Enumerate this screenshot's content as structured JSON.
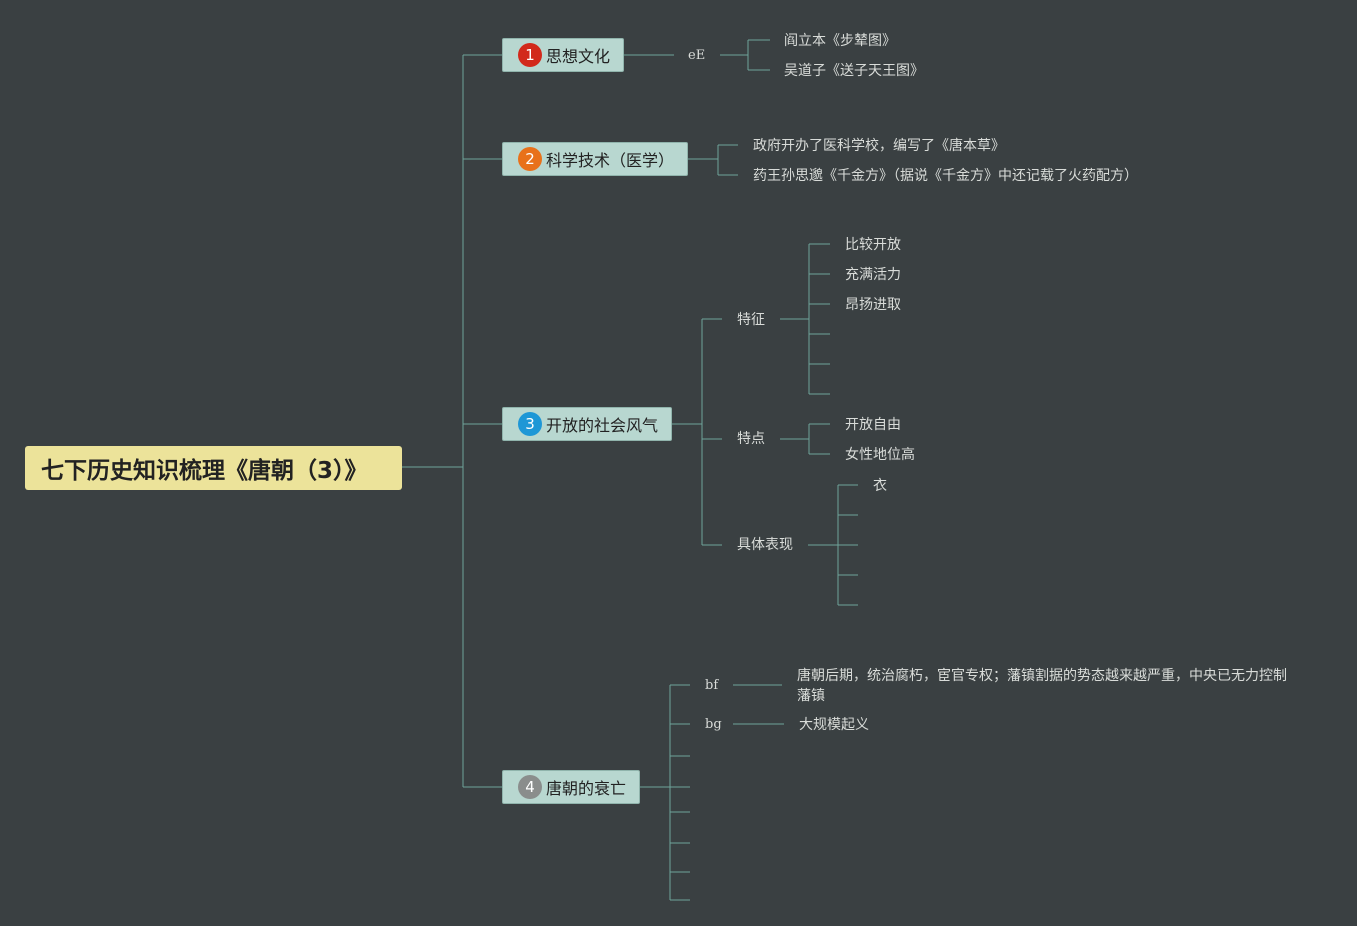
{
  "root": {
    "title": "七下历史知识梳理《唐朝（3）》"
  },
  "colors": {
    "background": "#3a4042",
    "root_fill": "#ece39a",
    "topic_fill": "#b8d7d0",
    "connector": "#6fa39a",
    "badge_1": "#d2291b",
    "badge_2": "#e8711a",
    "badge_3": "#1e97d6",
    "badge_4": "#8a8d8c"
  },
  "topics": [
    {
      "number": "1",
      "label": "思想文化",
      "children": [
        {
          "label": "eE",
          "children": [
            {
              "label": "阎立本《步辇图》"
            },
            {
              "label": "吴道子《送子天王图》"
            }
          ]
        }
      ]
    },
    {
      "number": "2",
      "label": "科学技术（医学）",
      "children": [
        {
          "label": "政府开办了医科学校，编写了《唐本草》"
        },
        {
          "label": "药王孙思邈《千金方》（据说《千金方》中还记载了火药配方）"
        }
      ]
    },
    {
      "number": "3",
      "label": "开放的社会风气",
      "children": [
        {
          "label": "特征",
          "children": [
            {
              "label": "比较开放"
            },
            {
              "label": "充满活力"
            },
            {
              "label": "昂扬进取"
            },
            {
              "label": ""
            },
            {
              "label": ""
            },
            {
              "label": ""
            }
          ]
        },
        {
          "label": "特点",
          "children": [
            {
              "label": "开放自由"
            },
            {
              "label": "女性地位高"
            }
          ]
        },
        {
          "label": "具体表现",
          "children": [
            {
              "label": "衣"
            },
            {
              "label": ""
            },
            {
              "label": ""
            },
            {
              "label": ""
            },
            {
              "label": ""
            }
          ]
        }
      ]
    },
    {
      "number": "4",
      "label": "唐朝的衰亡",
      "children": [
        {
          "label": "bf",
          "children": [
            {
              "label": "唐朝后期，统治腐朽，宦官专权；藩镇割据的势态越来越严重，中央已无力控制藩镇"
            }
          ]
        },
        {
          "label": "bg",
          "children": [
            {
              "label": "大规模起义"
            }
          ]
        },
        {
          "label": ""
        },
        {
          "label": ""
        },
        {
          "label": ""
        },
        {
          "label": ""
        },
        {
          "label": ""
        },
        {
          "label": ""
        }
      ]
    }
  ]
}
